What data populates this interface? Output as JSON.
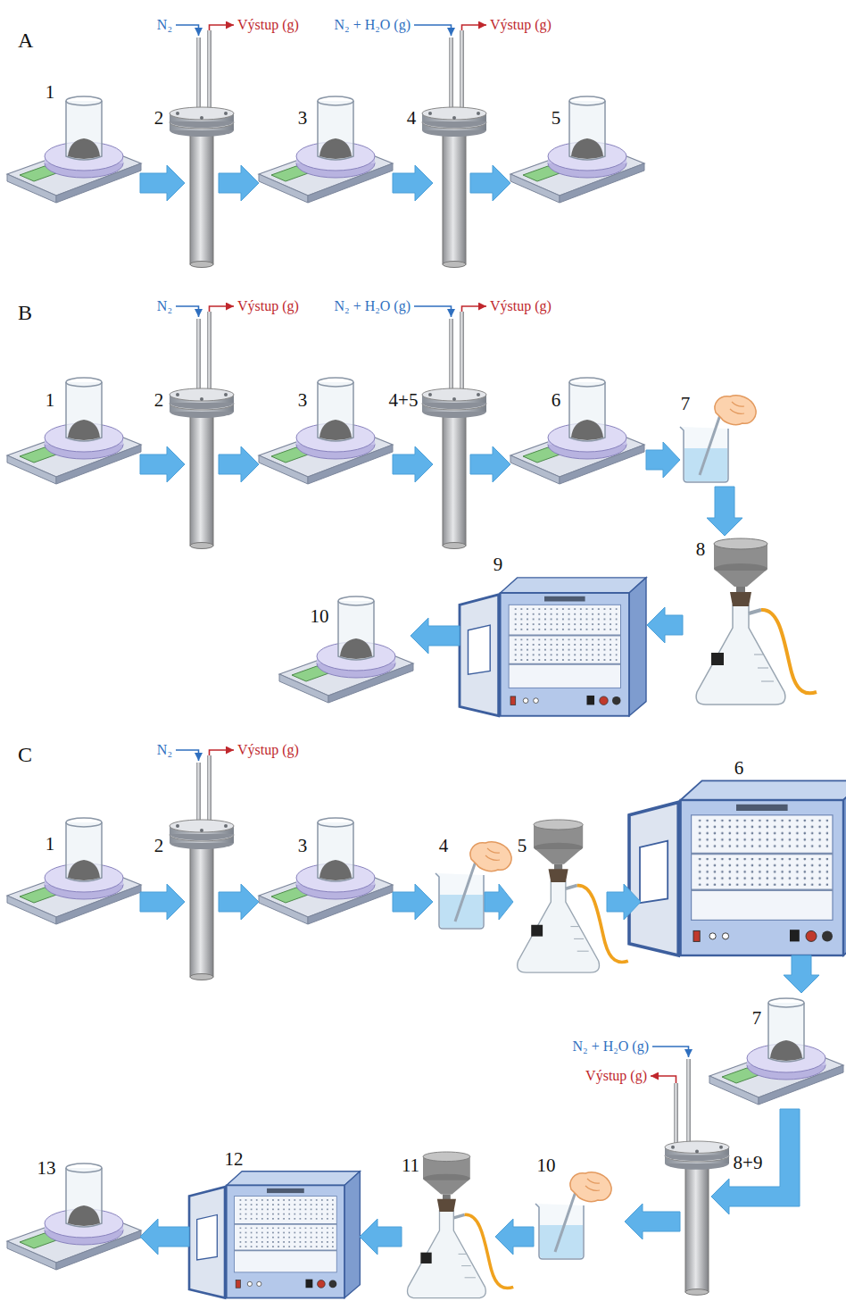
{
  "diagram": {
    "nodes": [
      {
        "text": [
          "1"
        ]
      },
      {
        "text": [
          "2"
        ]
      },
      {
        "text": [
          "3"
        ]
      },
      {
        "text": [
          "4"
        ]
      },
      {
        "text": [
          "5"
        ]
      },
      {
        "text": [
          "1"
        ]
      },
      {
        "text": [
          "2"
        ]
      },
      {
        "text": [
          "3"
        ]
      },
      {
        "text": [
          "4+5"
        ]
      },
      {
        "text": [
          "6"
        ]
      },
      {
        "text": [
          "7"
        ]
      },
      {
        "text": [
          "8"
        ]
      },
      {
        "text": [
          "9"
        ]
      },
      {
        "text": [
          "10"
        ]
      },
      {
        "text": [
          "1"
        ]
      },
      {
        "text": [
          "2"
        ]
      },
      {
        "text": [
          "3"
        ]
      },
      {
        "text": [
          "4"
        ]
      },
      {
        "text": [
          "5"
        ]
      },
      {
        "text": [
          "6"
        ]
      },
      {
        "text": [
          "7"
        ]
      },
      {
        "text": [
          "8+9"
        ]
      },
      {
        "text": [
          "10"
        ]
      },
      {
        "text": [
          "11"
        ]
      },
      {
        "text": [
          "12"
        ]
      },
      {
        "text": [
          "13"
        ]
      }
    ],
    "edges": [
      {
        "from": 0,
        "to": 1,
        "arrow": "to"
      },
      {
        "from": 1,
        "to": 2,
        "arrow": "to"
      },
      {
        "from": 2,
        "to": 3,
        "arrow": "to"
      },
      {
        "from": 3,
        "to": 4,
        "arrow": "to"
      },
      {
        "from": 5,
        "to": 6,
        "arrow": "to"
      },
      {
        "from": 6,
        "to": 7,
        "arrow": "to"
      },
      {
        "from": 7,
        "to": 8,
        "arrow": "to"
      },
      {
        "from": 8,
        "to": 9,
        "arrow": "to"
      },
      {
        "from": 9,
        "to": 10,
        "arrow": "to"
      },
      {
        "from": 10,
        "to": 11,
        "arrow": "to"
      },
      {
        "from": 11,
        "to": 12,
        "arrow": "to"
      },
      {
        "from": 12,
        "to": 13,
        "arrow": "to"
      },
      {
        "from": 14,
        "to": 15,
        "arrow": "to"
      },
      {
        "from": 15,
        "to": 16,
        "arrow": "to"
      },
      {
        "from": 16,
        "to": 17,
        "arrow": "to"
      },
      {
        "from": 17,
        "to": 18,
        "arrow": "to"
      },
      {
        "from": 18,
        "to": 19,
        "arrow": "to"
      },
      {
        "from": 19,
        "to": 20,
        "arrow": "to"
      },
      {
        "from": 20,
        "to": 21,
        "arrow": "to"
      },
      {
        "from": 21,
        "to": 22,
        "arrow": "to"
      },
      {
        "from": 22,
        "to": 23,
        "arrow": "to"
      },
      {
        "from": 23,
        "to": 24,
        "arrow": "to"
      },
      {
        "from": 24,
        "to": 25,
        "arrow": "to"
      }
    ],
    "labels": [
      "A",
      "N₂",
      "Výstup (g)",
      "N₂ + H₂O (g)",
      "Výstup (g)",
      "B",
      "N₂",
      "Výstup (g)",
      "N₂ + H₂O (g)",
      "Výstup (g)",
      "C",
      "N₂",
      "Výstup (g)",
      "N₂ + H₂O (g)",
      "Výstup (g)"
    ]
  }
}
